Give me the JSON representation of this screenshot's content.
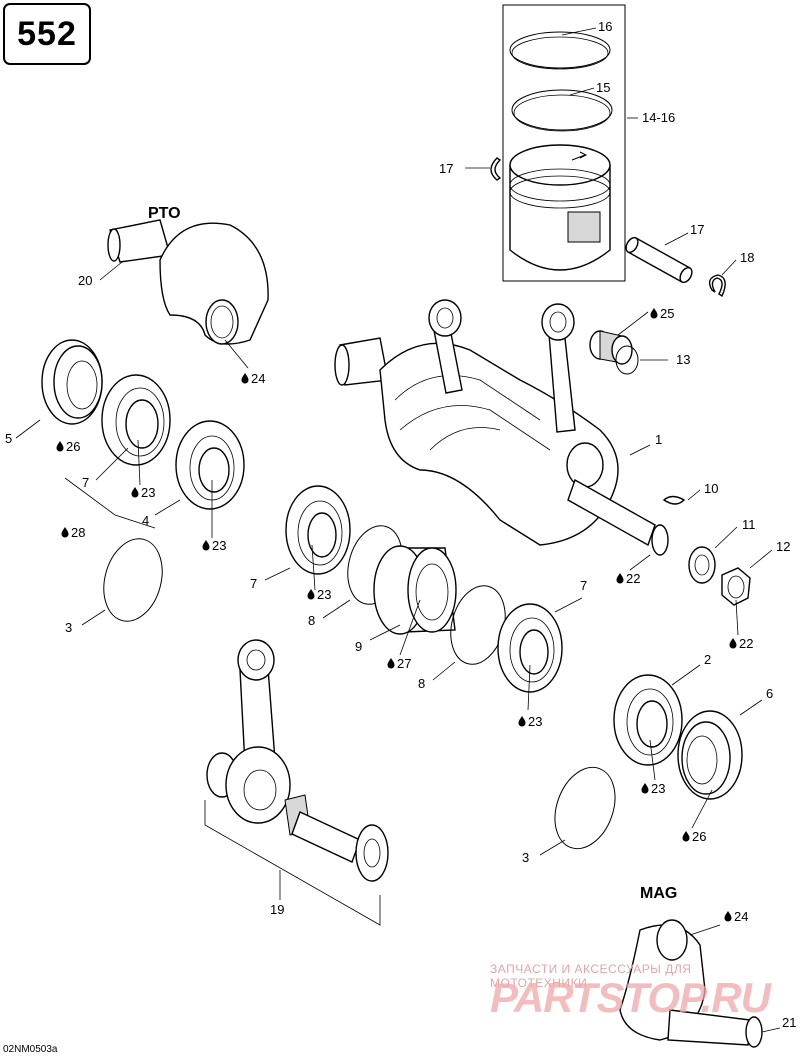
{
  "page_number": "552",
  "section_labels": {
    "pto": "PTO",
    "mag": "MAG"
  },
  "image_code": "02NM0503a",
  "watermark": {
    "line1": "ЗАПЧАСТИ И АКСЕССУАРЫ ДЛЯ МОТОТЕХНИКИ",
    "line2": "PARTSTOP.RU"
  },
  "callouts": {
    "c16": "16",
    "c15": "15",
    "c14_16": "14-16",
    "c17a": "17",
    "c17b": "17",
    "c18": "18",
    "c20": "20",
    "c24a": "24",
    "c25": "25",
    "c13": "13",
    "c5": "5",
    "c26a": "26",
    "c7a": "7",
    "c23a": "23",
    "c28": "28",
    "c4": "4",
    "c23b": "23",
    "c3a": "3",
    "c1": "1",
    "c10": "10",
    "c11": "11",
    "c12": "12",
    "c22a": "22",
    "c22b": "22",
    "c7b": "7",
    "c23c": "23",
    "c8a": "8",
    "c9": "9",
    "c27": "27",
    "c8b": "8",
    "c7c": "7",
    "c23d": "23",
    "c2": "2",
    "c6": "6",
    "c23e": "23",
    "c26b": "26",
    "c3b": "3",
    "c19": "19",
    "c24b": "24",
    "c21": "21"
  }
}
